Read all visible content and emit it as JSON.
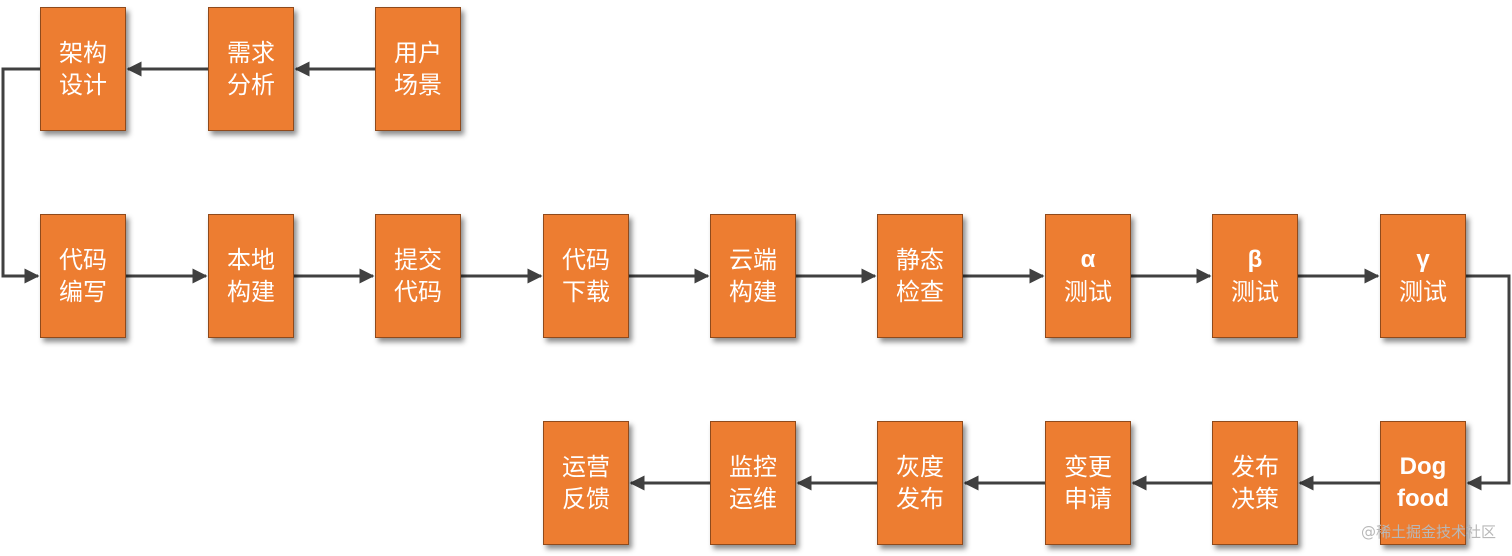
{
  "nodes": {
    "user_scenario": [
      "用户",
      "场景"
    ],
    "requirement_analysis": [
      "需求",
      "分析"
    ],
    "architecture_design": [
      "架构",
      "设计"
    ],
    "code_writing": [
      "代码",
      "编写"
    ],
    "local_build": [
      "本地",
      "构建"
    ],
    "commit_code": [
      "提交",
      "代码"
    ],
    "code_download": [
      "代码",
      "下载"
    ],
    "cloud_build": [
      "云端",
      "构建"
    ],
    "static_check": [
      "静态",
      "检查"
    ],
    "alpha_test": [
      "α",
      "测试"
    ],
    "beta_test": [
      "β",
      "测试"
    ],
    "gamma_test": [
      "γ",
      "测试"
    ],
    "dog_food": [
      "Dog",
      "food"
    ],
    "release_decision": [
      "发布",
      "决策"
    ],
    "change_request": [
      "变更",
      "申请"
    ],
    "gray_release": [
      "灰度",
      "发布"
    ],
    "monitoring_ops": [
      "监控",
      "运维"
    ],
    "operation_feedback": [
      "运营",
      "反馈"
    ]
  },
  "watermark": "@稀土掘金技术社区",
  "colors": {
    "box_fill": "#ED7D31",
    "box_text": "#FFFFFF",
    "arrow": "#404040"
  }
}
